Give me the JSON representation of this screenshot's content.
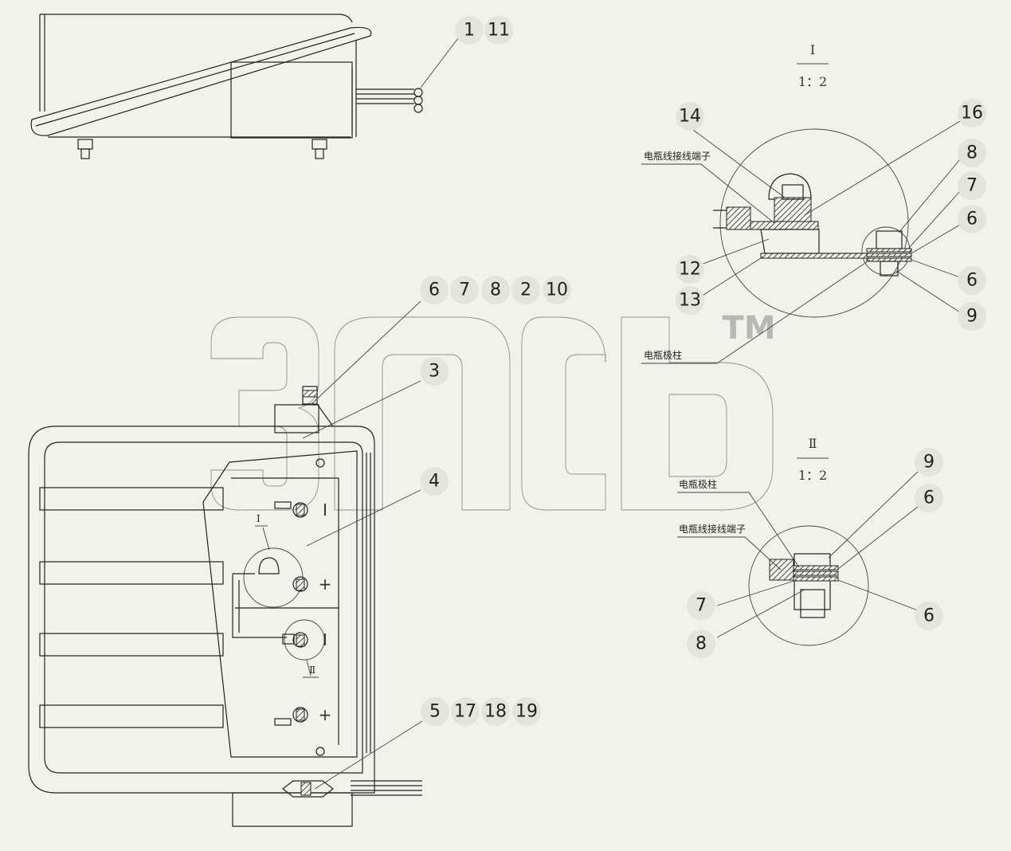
{
  "watermark": {
    "trademark": "TM"
  },
  "callouts": {
    "top_view": [
      "1",
      "11"
    ],
    "battery_connection": [
      "6",
      "7",
      "8",
      "2",
      "10"
    ],
    "item3": "3",
    "item4": "4",
    "box_bottom": [
      "5",
      "17",
      "18",
      "19"
    ],
    "detail_I": [
      "14",
      "16",
      "8",
      "7",
      "6",
      "12",
      "13",
      "6",
      "9"
    ],
    "detail_II": [
      "9",
      "6",
      "7",
      "8",
      "6"
    ]
  },
  "detail_I": {
    "title": "I",
    "scale": "1：2",
    "label_terminal": "电瓶线接线端子",
    "label_post": "电瓶极柱"
  },
  "detail_II": {
    "title": "Ⅱ",
    "scale": "1：2",
    "label_post": "电瓶极柱",
    "label_terminal": "电瓶线接线端子"
  },
  "main_view": {
    "view_mark_I": "I",
    "view_mark_II": "Ⅱ",
    "polarity": [
      "Ⅰ",
      "+",
      "Ⅰ",
      "+"
    ]
  }
}
